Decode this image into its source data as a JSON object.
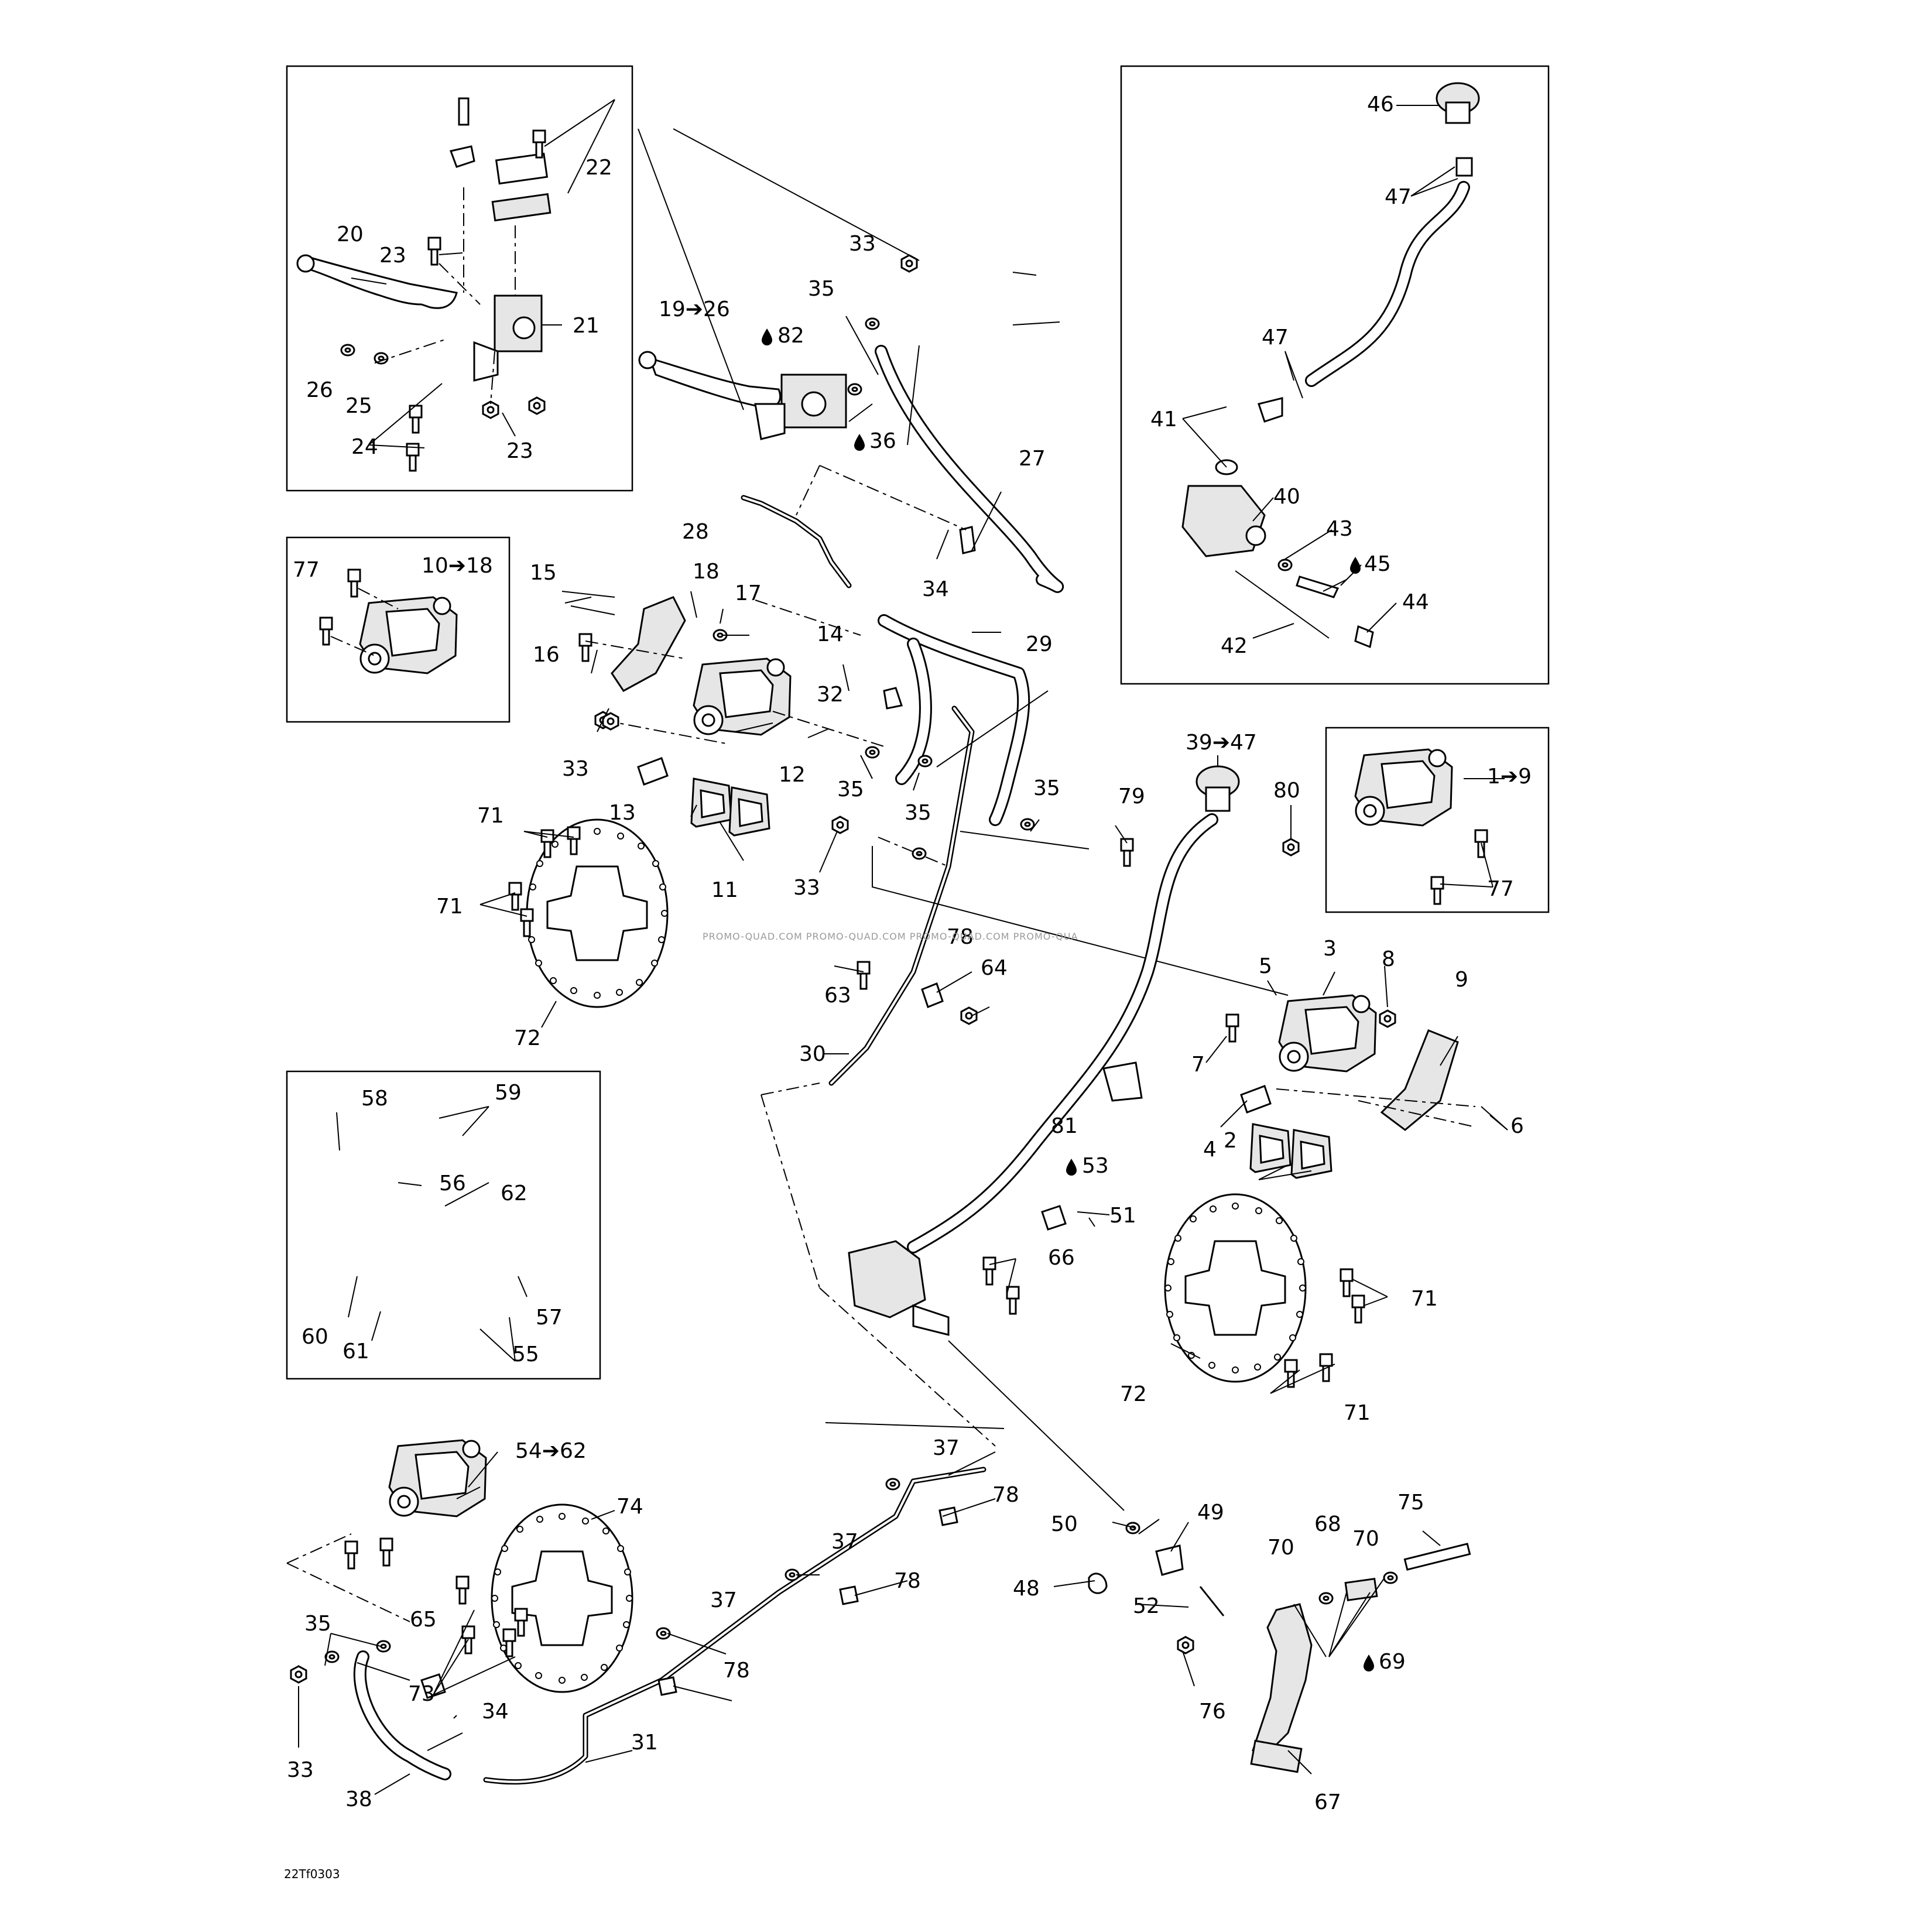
{
  "diagram_code": "22Tf0303",
  "watermark": "PROMO-QUAD.COM   PROMO-QUAD.COM   PROMO-QUAD.COM   PROMO-QUA",
  "callouts": {
    "c1_9": "1➔9",
    "c2": "2",
    "c3": "3",
    "c4": "4",
    "c5": "5",
    "c6": "6",
    "c7": "7",
    "c8": "8",
    "c9": "9",
    "c10_18": "10➔18",
    "c11": "11",
    "c12": "12",
    "c13": "13",
    "c14": "14",
    "c15": "15",
    "c16": "16",
    "c17": "17",
    "c18": "18",
    "c19_26": "19➔26",
    "c20": "20",
    "c21": "21",
    "c22": "22",
    "c23a": "23",
    "c23b": "23",
    "c24": "24",
    "c25": "25",
    "c26": "26",
    "c27": "27",
    "c28": "28",
    "c29": "29",
    "c30": "30",
    "c31": "31",
    "c32": "32",
    "c33a": "33",
    "c33b": "33",
    "c33c": "33",
    "c33d": "33",
    "c34a": "34",
    "c34b": "34",
    "c35a": "35",
    "c35b": "35",
    "c35c": "35",
    "c35d": "35",
    "c35e": "35",
    "c36": "36",
    "c37a": "37",
    "c37b": "37",
    "c37c": "37",
    "c38": "38",
    "c39_47": "39➔47",
    "c40": "40",
    "c41": "41",
    "c42": "42",
    "c43": "43",
    "c44": "44",
    "c45": "45",
    "c46": "46",
    "c47a": "47",
    "c47b": "47",
    "c48": "48",
    "c49": "49",
    "c50": "50",
    "c51": "51",
    "c52": "52",
    "c53": "53",
    "c54_62": "54➔62",
    "c55": "55",
    "c56": "56",
    "c57": "57",
    "c58": "58",
    "c59": "59",
    "c60": "60",
    "c61": "61",
    "c62": "62",
    "c63": "63",
    "c64": "64",
    "c65": "65",
    "c66": "66",
    "c67": "67",
    "c68": "68",
    "c69": "69",
    "c70a": "70",
    "c70b": "70",
    "c71a": "71",
    "c71b": "71",
    "c71c": "71",
    "c71d": "71",
    "c72a": "72",
    "c72b": "72",
    "c73": "73",
    "c74": "74",
    "c75": "75",
    "c76": "76",
    "c77a": "77",
    "c77b": "77",
    "c78a": "78",
    "c78b": "78",
    "c78c": "78",
    "c78d": "78",
    "c79": "79",
    "c80": "80",
    "c81": "81",
    "c82": "82"
  }
}
